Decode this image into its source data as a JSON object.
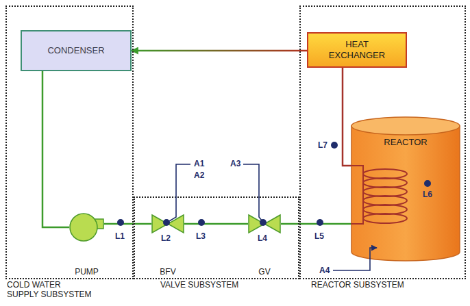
{
  "diagram": {
    "nodes": [
      {
        "text": [
          "COLD WATER SUPPLY SUBSYSTEM"
        ]
      },
      {
        "text": [
          "CONDENSER"
        ],
        "in": 0
      },
      {
        "text": [
          "PUMP"
        ],
        "in": 0
      },
      {
        "text": [
          "VALVE SUBSYSTEM"
        ]
      },
      {
        "text": [
          "BFV"
        ],
        "in": 3
      },
      {
        "text": [
          "GV"
        ],
        "in": 3
      },
      {
        "text": [
          "REACTOR SUBSYSTEM"
        ]
      },
      {
        "text": [
          "HEAT EXCHANGER"
        ],
        "in": 6
      },
      {
        "text": [
          "REACTOR"
        ],
        "in": 6
      }
    ],
    "edges": [
      {
        "from": 1,
        "to": 2,
        "arrow": "none"
      },
      {
        "from": 2,
        "to": 4,
        "arrow": "none"
      },
      {
        "from": 4,
        "to": 5,
        "arrow": "none"
      },
      {
        "from": 5,
        "to": 8,
        "arrow": "none"
      },
      {
        "from": 8,
        "to": 7,
        "arrow": "none"
      },
      {
        "from": 7,
        "to": 1,
        "arrow": "to"
      }
    ],
    "labels": [
      "L1",
      "L2",
      "L3",
      "L4",
      "L5",
      "L6",
      "L7",
      "A1",
      "A2",
      "A3",
      "A4"
    ]
  }
}
